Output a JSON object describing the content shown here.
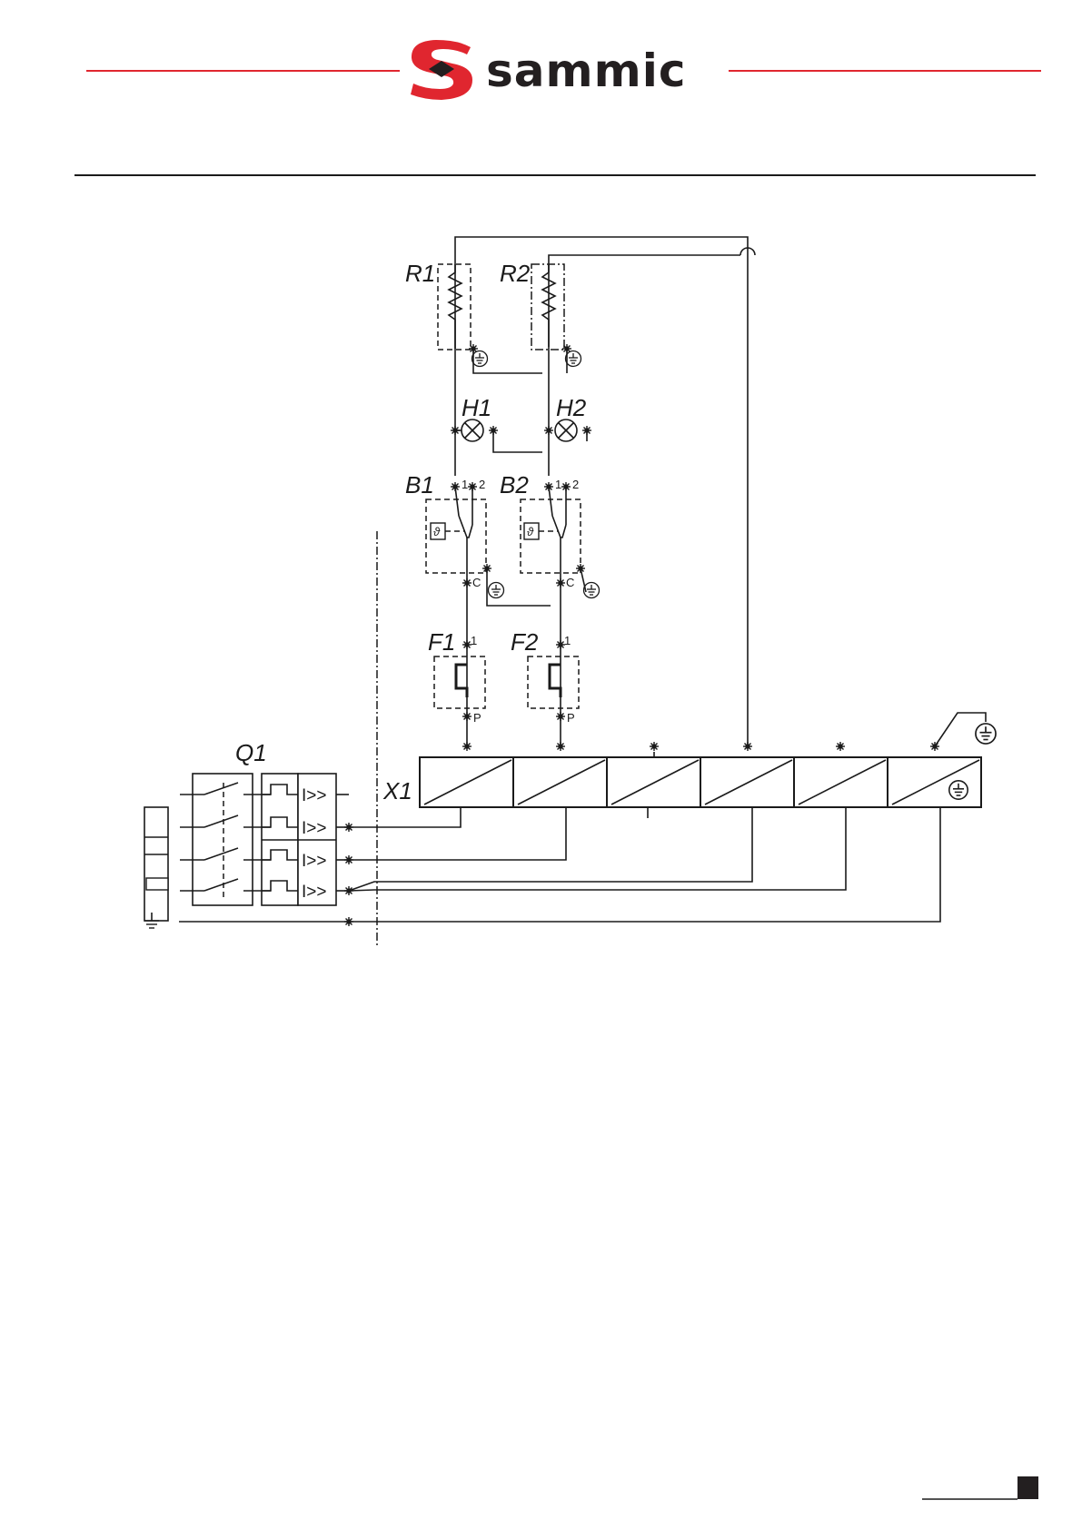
{
  "brand": {
    "name": "sammic",
    "accent_color": "#e0262f",
    "text_color": "#231f20"
  },
  "labels": {
    "R1": "R1",
    "R2": "R2",
    "H1": "H1",
    "H2": "H2",
    "B1": "B1",
    "B2": "B2",
    "F1": "F1",
    "F2": "F2",
    "Q1": "Q1",
    "X1": "X1"
  },
  "pins": {
    "one": "1",
    "two": "2",
    "c": "C",
    "p": "P"
  },
  "breaker_symbol": "I>>",
  "icons": [
    "earth-ground-icon",
    "thermostat-icon",
    "lamp-icon",
    "resistor-icon",
    "thermal-fuse-icon",
    "circuit-breaker-icon"
  ]
}
